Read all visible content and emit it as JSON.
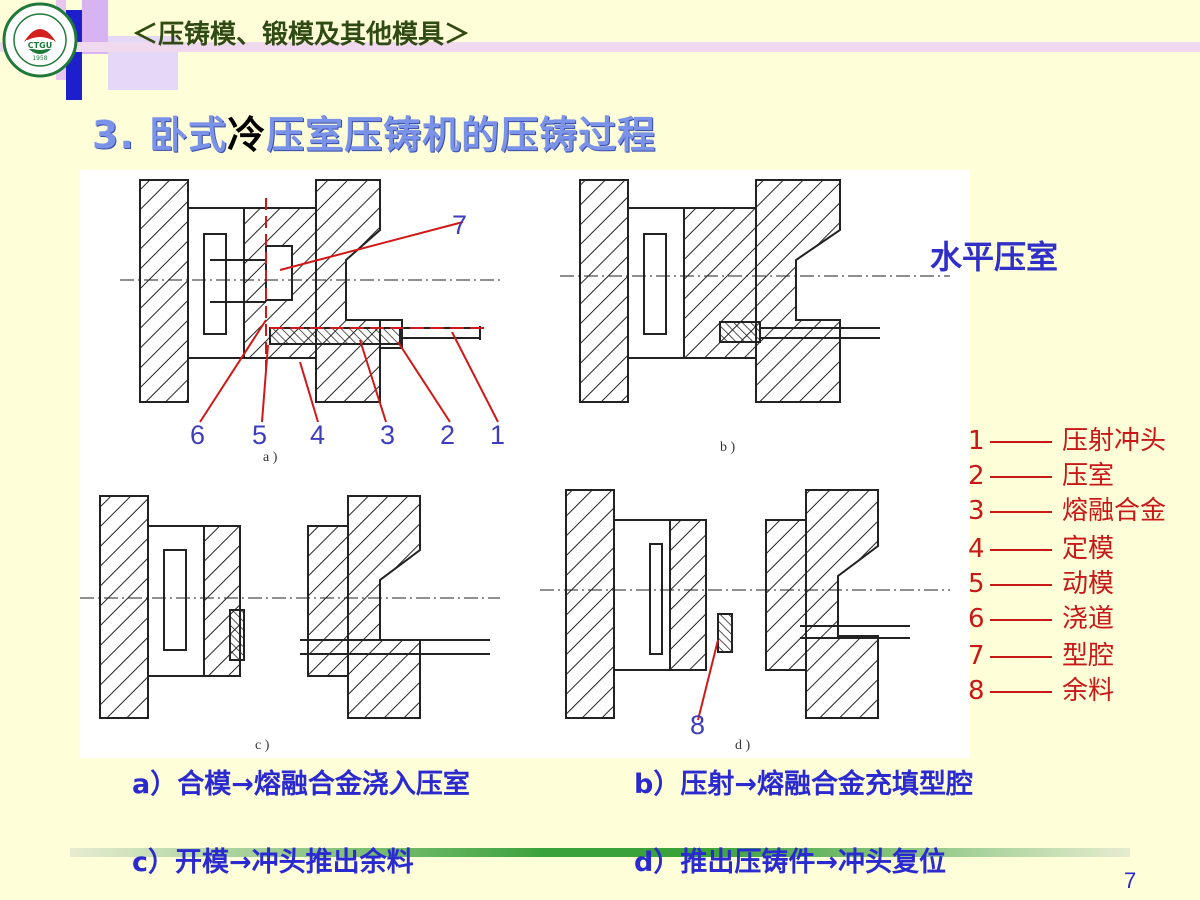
{
  "header": {
    "title": "＜压铸模、锻模及其他模具＞"
  },
  "slide": {
    "title_prefix": "3. 卧式",
    "title_highlight": "冷",
    "title_suffix": "压室压铸机的压铸过程",
    "side_label": "水平压室"
  },
  "diagram": {
    "part_labels": [
      "6",
      "5",
      "4",
      "3",
      "2",
      "1"
    ],
    "label7": "7",
    "label8": "8",
    "sub_a": "a )",
    "sub_b": "b )",
    "sub_c": "c )",
    "sub_d": "d )"
  },
  "legend": [
    {
      "num": "1",
      "text": "压射冲头"
    },
    {
      "num": "2",
      "text": "压室"
    },
    {
      "num": "3",
      "text": "熔融合金"
    },
    {
      "num": "4",
      "text": "定模"
    },
    {
      "num": "5",
      "text": "动模"
    },
    {
      "num": "6",
      "text": "浇道"
    },
    {
      "num": "7",
      "text": "型腔"
    },
    {
      "num": "8",
      "text": "余料"
    }
  ],
  "captions": {
    "a": "a）合模→熔融合金浇入压室",
    "b": "b）压射→熔融合金充填型腔",
    "c": "c）开模→冲头推出余料",
    "d": "d）推出压铸件→冲头复位"
  },
  "page_number": "7",
  "colors": {
    "background": "#fefed8",
    "title": "#7a92e8",
    "legend": "#c81818",
    "caption": "#2a2ad0",
    "accent_bar": "#3aa23a"
  }
}
